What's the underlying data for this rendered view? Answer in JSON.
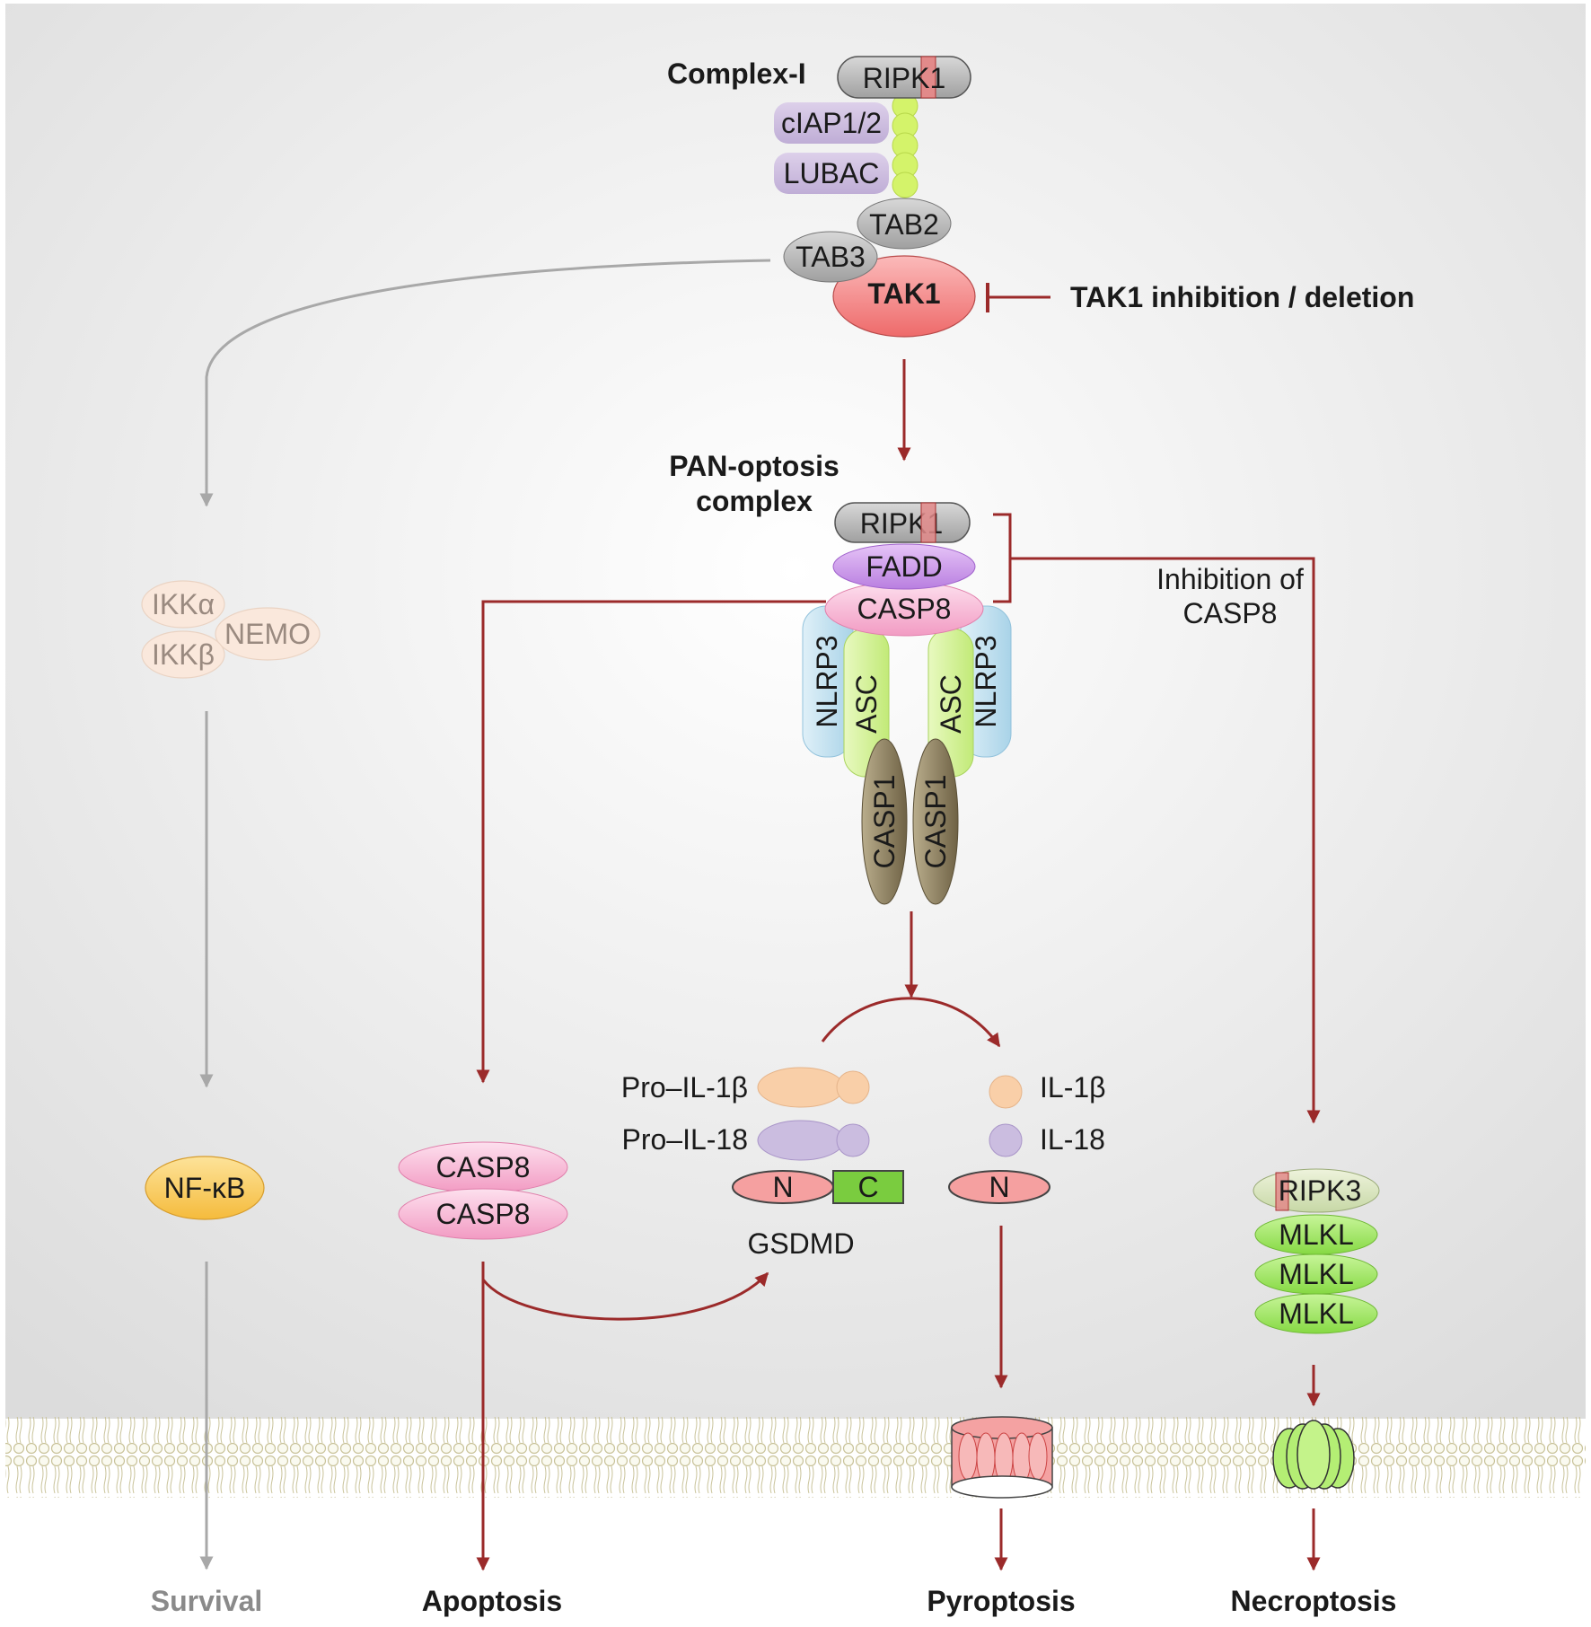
{
  "complex1": {
    "title": "Complex-I",
    "ripk1": "RIPK1",
    "ciap": "cIAP1/2",
    "lubac": "LUBAC",
    "tab2": "TAB2",
    "tab3": "TAB3",
    "tak1": "TAK1"
  },
  "tak1_inhibition": "TAK1 inhibition / deletion",
  "nfkb_branch": {
    "ikka": "IKKα",
    "ikkb": "IKKβ",
    "nemo": "NEMO",
    "nfkb": "NF-κB",
    "outcome": "Survival"
  },
  "panoptosis": {
    "title_line1": "PAN-optosis",
    "title_line2": "complex",
    "ripk1": "RIPK1",
    "fadd": "FADD",
    "casp8": "CASP8",
    "nlrp3": "NLRP3",
    "asc": "ASC",
    "casp1": "CASP1"
  },
  "casp8_inhibition": {
    "line1": "Inhibition of",
    "line2": "CASP8"
  },
  "apoptosis": {
    "casp8_a": "CASP8",
    "casp8_b": "CASP8",
    "outcome": "Apoptosis"
  },
  "pyroptosis": {
    "pro_il1b": "Pro–IL-1β",
    "pro_il18": "Pro–IL-18",
    "il1b": "IL-1β",
    "il18": "IL-18",
    "gsdmd_n": "N",
    "gsdmd_c": "C",
    "gsdmd_cleaved_n": "N",
    "gsdmd": "GSDMD",
    "outcome": "Pyroptosis"
  },
  "necroptosis": {
    "ripk3": "RIPK3",
    "mlkl1": "MLKL",
    "mlkl2": "MLKL",
    "mlkl3": "MLKL",
    "outcome": "Necroptosis"
  },
  "colors": {
    "arrow_active": "#9b2a2a",
    "arrow_inactive": "#a8a8a8",
    "tak1": "#f47b7b",
    "casp8": "#f6b4d2",
    "fadd": "#c98fe8",
    "asc": "#cdf08c",
    "nlrp3": "#b9dcec",
    "casp1": "#8c7f5e",
    "mlkl": "#9be35a",
    "nfkb": "#f9c85a",
    "ubiquitin": "#d4f36a"
  }
}
